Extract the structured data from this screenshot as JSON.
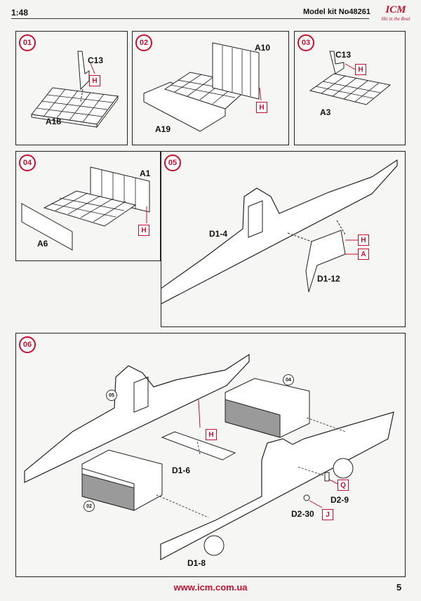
{
  "header": {
    "scale": "1:48",
    "kit": "Model kit No48261",
    "logo": "ICM",
    "logo_tagline": "Hit in the Real"
  },
  "steps": [
    {
      "number": "01",
      "labels": {
        "part_c": "C13",
        "part_a": "A18"
      },
      "glue_tag": "H"
    },
    {
      "number": "02",
      "labels": {
        "part_a": "A10",
        "part_b": "A19"
      },
      "glue_tag": "H"
    },
    {
      "number": "03",
      "labels": {
        "part_c": "C13",
        "part_a": "A3"
      },
      "glue_tag": "H"
    },
    {
      "number": "04",
      "labels": {
        "part_a": "A1",
        "part_b": "A6"
      },
      "glue_tag": "H"
    },
    {
      "number": "05",
      "labels": {
        "part_a": "D1-4",
        "part_b": "D1-12"
      },
      "tags": [
        "H",
        "A"
      ]
    },
    {
      "number": "06",
      "labels": {
        "part_a": "D1-6",
        "part_b": "D1-8",
        "part_c": "D2-9",
        "part_d": "D2-30"
      },
      "tags": [
        "H",
        "Q",
        "J"
      ],
      "refs": [
        "05",
        "04",
        "02"
      ]
    }
  ],
  "footer": {
    "url": "www.icm.com.ua",
    "page": "5"
  },
  "colors": {
    "accent": "#c8102e",
    "line": "#222222"
  }
}
